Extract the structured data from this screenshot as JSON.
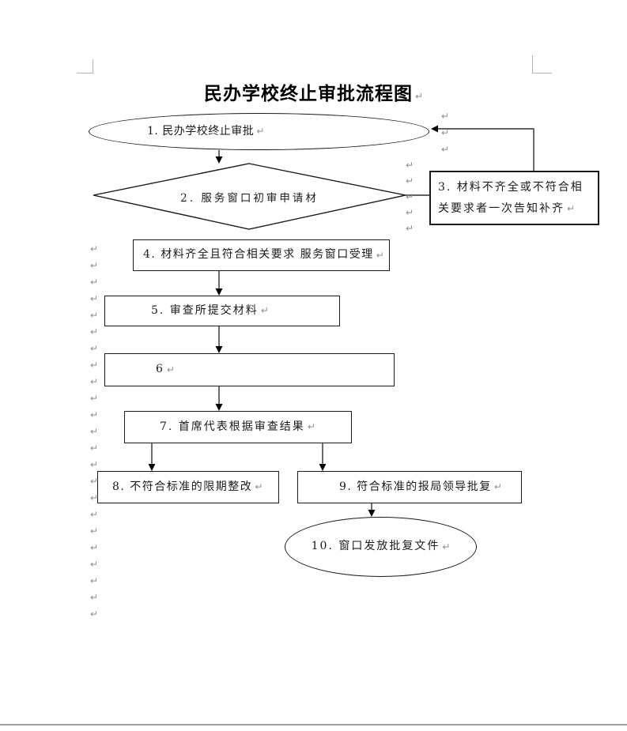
{
  "page": {
    "title": "民办学校终止审批流程图",
    "paragraph_mark": "↵",
    "colors": {
      "text": "#1a1a1a",
      "shape_border": "#1a1a1a",
      "connector": "#2e2e2e",
      "paragraph_mark": "#8f8f8f",
      "margin_mark": "#b4b4b4",
      "page_bottom_edge": "#98a1ab",
      "background": "#ffffff"
    }
  },
  "flowchart": {
    "nodes": {
      "n1": {
        "shape": "ellipse",
        "label": "1. 民办学校终止审批"
      },
      "n2": {
        "shape": "diamond",
        "label": "2. 服务窗口初审申请材"
      },
      "n3": {
        "shape": "rectangle",
        "line1": "3. 材料不齐全或不符合相",
        "line2": "关要求者一次告知补齐"
      },
      "n4": {
        "shape": "rectangle",
        "label": "4. 材料齐全且符合相关要求 服务窗口受理"
      },
      "n5": {
        "shape": "rectangle",
        "label": "5. 审查所提交材料"
      },
      "n6": {
        "shape": "rectangle",
        "label": "6"
      },
      "n7": {
        "shape": "rectangle",
        "label": "7.  首席代表根据审查结果"
      },
      "n8": {
        "shape": "rectangle",
        "label": "8. 不符合标准的限期整改"
      },
      "n9": {
        "shape": "rectangle",
        "label": "9. 符合标准的报局领导批复"
      },
      "n10": {
        "shape": "ellipse",
        "label": "10.  窗口发放批复文件"
      }
    }
  },
  "formatting_marks": {
    "left_column": {
      "glyph": "↵",
      "count": 23
    },
    "beside_ellipse": {
      "glyph": "↵",
      "count": 3
    },
    "beside_diamond": {
      "glyph": "↵",
      "count": 5
    }
  }
}
